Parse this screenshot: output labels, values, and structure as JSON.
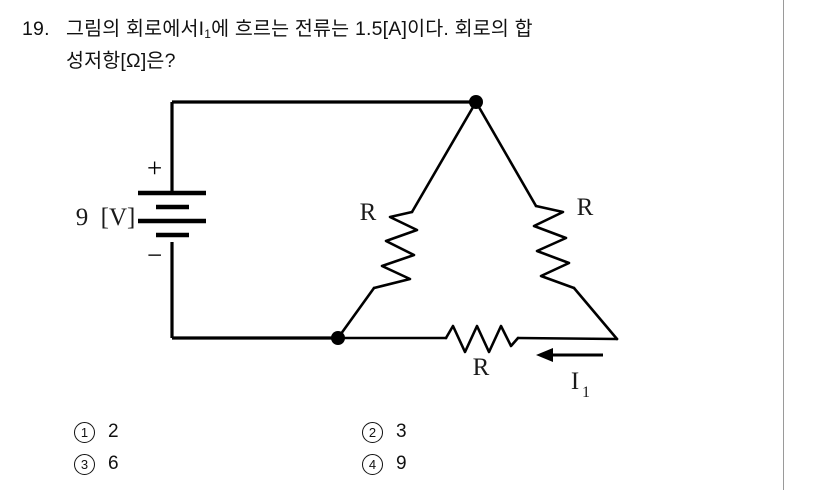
{
  "question": {
    "number": "19.",
    "line1_a": "그림의  회로에서  ",
    "line1_sym": "I",
    "line1_sub": "1",
    "line1_b": "에  흐르는  전류는  1.5[A]이다.  회로의  합",
    "line2": "성저항[Ω]은?"
  },
  "figure": {
    "source_label": "9[V]",
    "plus_sign": "+",
    "minus_sign": "−",
    "resistor_left_label": "R",
    "resistor_right_label": "R",
    "resistor_bottom_label": "R",
    "current_symbol": "I",
    "current_subscript": "1",
    "ink_color": "#000000"
  },
  "choices": [
    {
      "marker": "1",
      "value": "2"
    },
    {
      "marker": "2",
      "value": "3"
    },
    {
      "marker": "3",
      "value": "6"
    },
    {
      "marker": "4",
      "value": "9"
    }
  ],
  "colors": {
    "page_rule": "#9a9a9a",
    "text": "#111111"
  }
}
